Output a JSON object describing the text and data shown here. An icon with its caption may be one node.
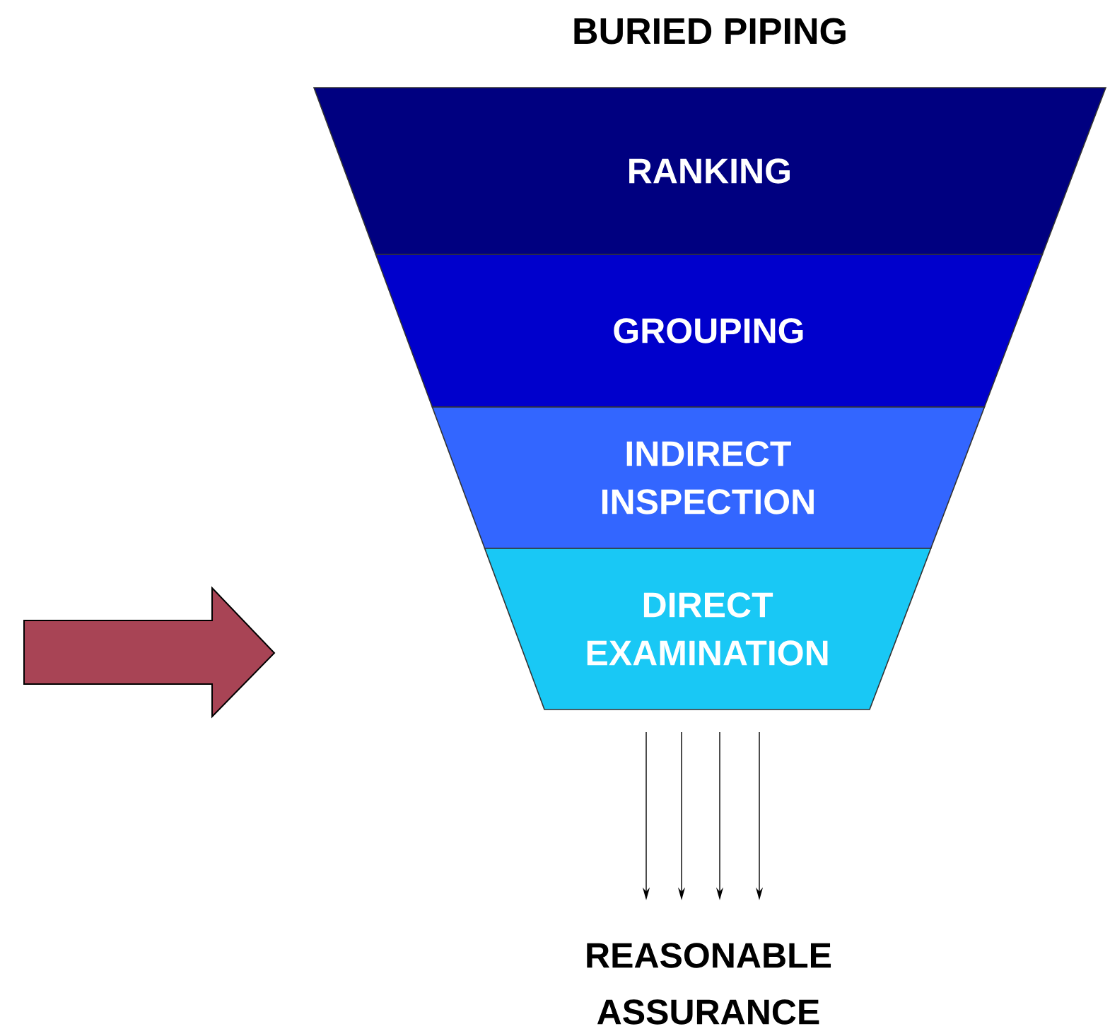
{
  "diagram": {
    "title": "BURIED PIPING",
    "nodes": [
      {
        "text": [
          "RANKING"
        ]
      },
      {
        "text": [
          "GROUPING"
        ]
      },
      {
        "text": [
          "INDIRECT INSPECTION"
        ]
      },
      {
        "text": [
          "DIRECT EXAMINATION"
        ]
      },
      {
        "text": [
          "REASONABLE ASSURANCE"
        ]
      }
    ],
    "edges": [
      {
        "from": 3,
        "to": 4,
        "arrow": "to"
      },
      {
        "from": 3,
        "to": 4,
        "arrow": "to"
      },
      {
        "from": 3,
        "to": 4,
        "arrow": "to"
      },
      {
        "from": 3,
        "to": 4,
        "arrow": "to"
      }
    ]
  }
}
